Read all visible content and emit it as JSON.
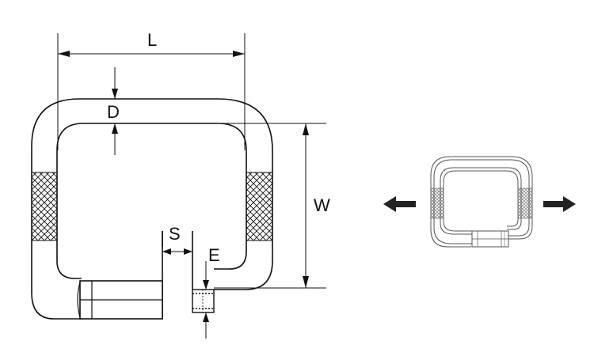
{
  "labels": {
    "length": "L",
    "wire_diameter": "D",
    "width": "W",
    "gap_opening": "S",
    "sleeve": "E"
  },
  "colors": {
    "line": "#111111",
    "thumbnail_line": "#555555",
    "arrow": "#222222",
    "background": "#ffffff"
  },
  "icons": {
    "left_arrow": "arrow-left-icon",
    "right_arrow": "arrow-right-icon"
  }
}
